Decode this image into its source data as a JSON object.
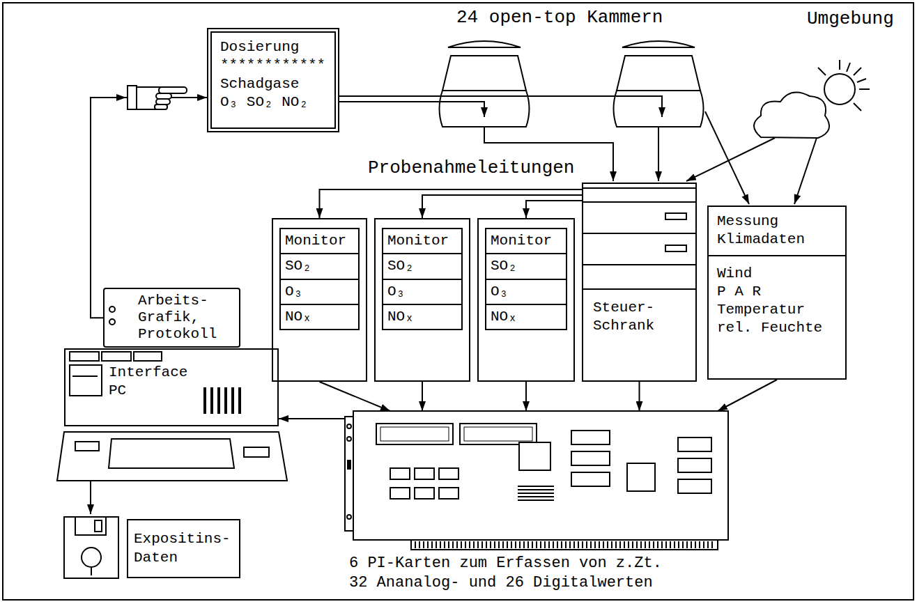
{
  "diagram": {
    "nodes": [
      {
        "text": [
          "Dosierung",
          "************",
          "Schadgase",
          "O₃ SO₂ NO₂"
        ]
      },
      {
        "text": [
          "Monitor",
          "SO₂",
          "O₃",
          "NOₓ"
        ]
      },
      {
        "text": [
          "Monitor",
          "SO₂",
          "O₃",
          "NOₓ"
        ]
      },
      {
        "text": [
          "Monitor",
          "SO₂",
          "O₃",
          "NOₓ"
        ]
      },
      {
        "text": [
          "Steuer- Schrank"
        ]
      },
      {
        "text": [
          "Messung Klimadaten",
          "Wind",
          "P A R",
          "Temperatur",
          "rel. Feuchte"
        ]
      },
      {
        "text": [
          "Arbeits- Grafik, Protokoll"
        ]
      },
      {
        "text": [
          "Interface PC"
        ]
      },
      {
        "text": [
          "6 PI-Karten zum Erfassen von z.Zt. 32 Ananalog- und 26 Digitalwerten"
        ]
      },
      {
        "text": [
          "Expositins- Daten"
        ]
      }
    ],
    "edges": [
      {
        "from": 6,
        "to": 0,
        "arrow": "to"
      },
      {
        "from": 4,
        "to": 1,
        "arrow": "to"
      },
      {
        "from": 4,
        "to": 2,
        "arrow": "to"
      },
      {
        "from": 4,
        "to": 3,
        "arrow": "to"
      },
      {
        "from": 1,
        "to": 8,
        "arrow": "to"
      },
      {
        "from": 2,
        "to": 8,
        "arrow": "to"
      },
      {
        "from": 3,
        "to": 8,
        "arrow": "to"
      },
      {
        "from": 4,
        "to": 8,
        "arrow": "to"
      },
      {
        "from": 5,
        "to": 8,
        "arrow": "to"
      },
      {
        "from": 8,
        "to": 7,
        "arrow": "to"
      }
    ],
    "labels": [
      "24 open-top Kammern",
      "Umgebung",
      "Probenahmeleitungen"
    ]
  }
}
